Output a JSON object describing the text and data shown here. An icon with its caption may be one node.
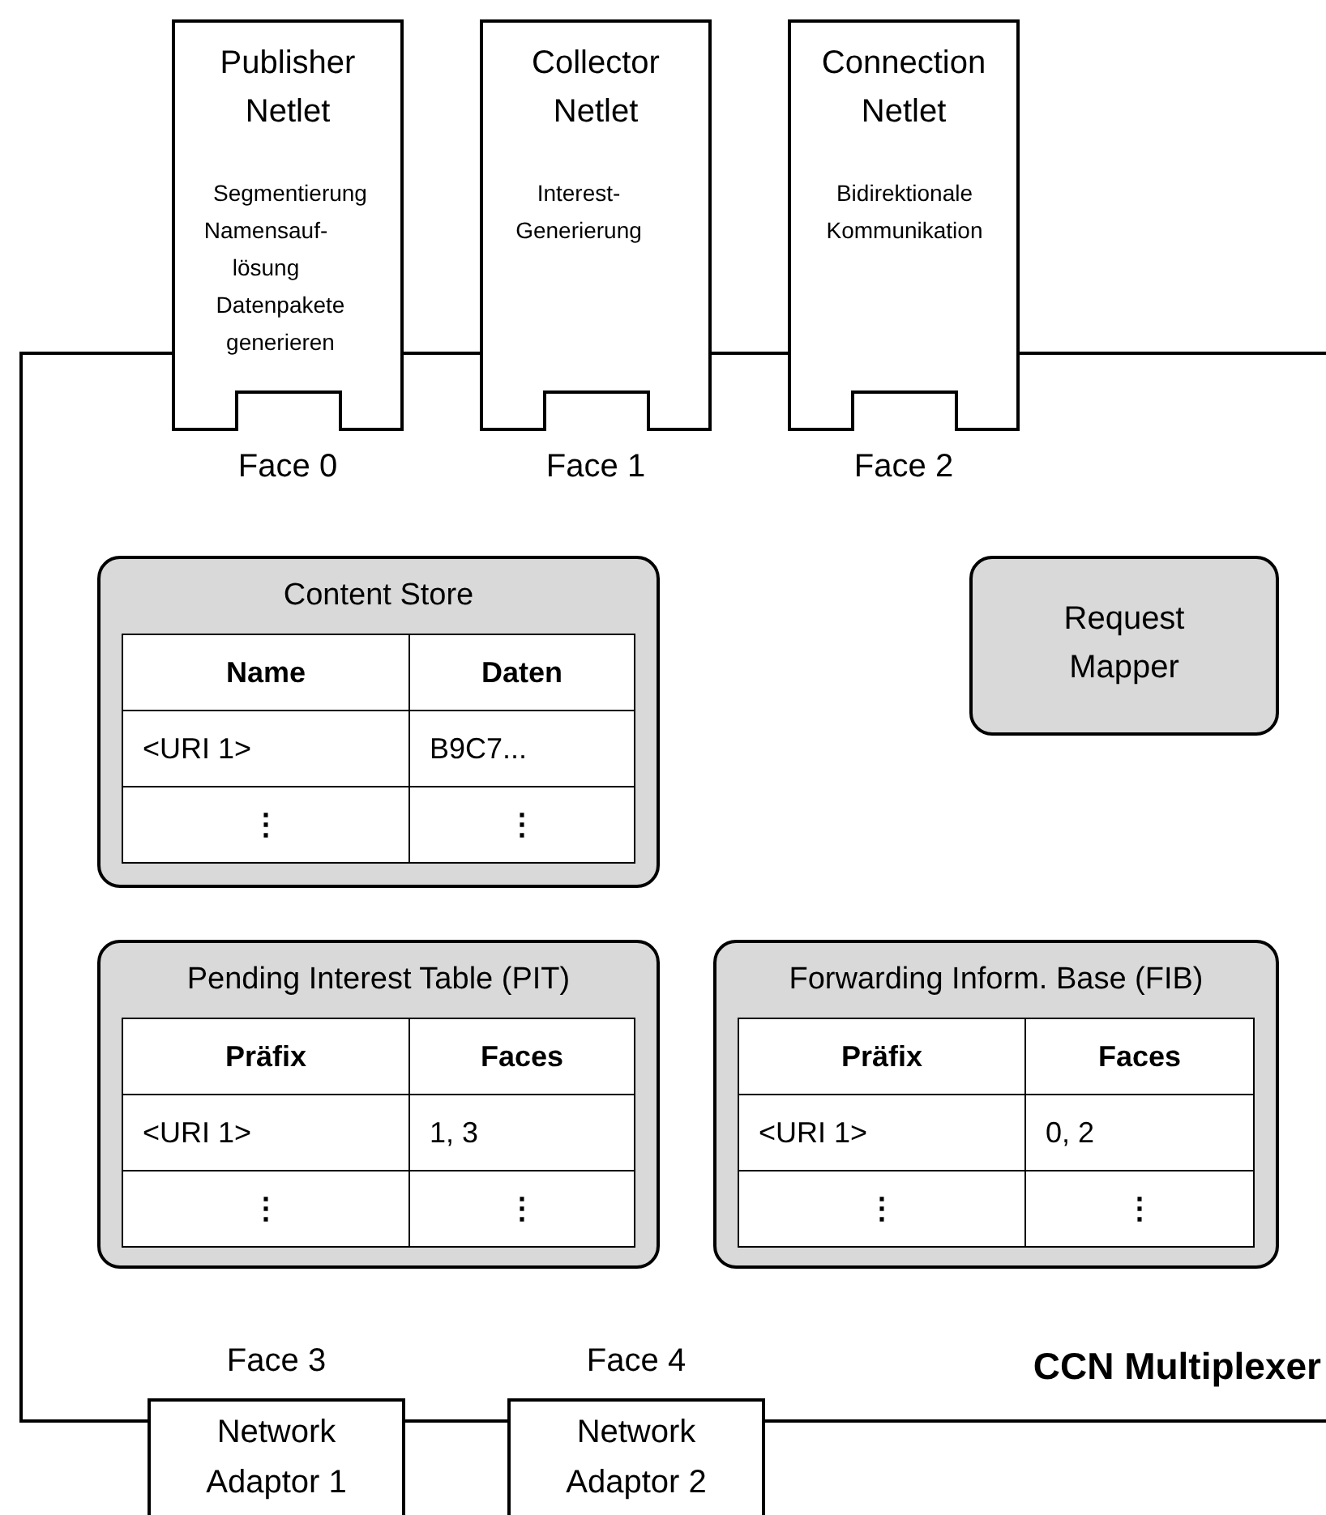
{
  "diagram": {
    "nodes": [
      {
        "text": [
          "CCN Multiplexer"
        ]
      },
      {
        "text": [
          "Publisher Netlet",
          "Segmentierung",
          "Namensauf- lösung",
          "Datenpakete generieren"
        ],
        "beside": [
          "Face 0"
        ]
      },
      {
        "text": [
          "Collector Netlet",
          "Interest- Generierung"
        ],
        "beside": [
          "Face 1"
        ]
      },
      {
        "text": [
          "Connection Netlet",
          "Bidirektionale Kommunikation"
        ],
        "beside": [
          "Face 2"
        ]
      },
      {
        "text": [
          "Content Store",
          "Name",
          "Daten",
          "<URI 1>",
          "B9C7...",
          "⋮",
          "⋮"
        ],
        "in": 0
      },
      {
        "text": [
          "Request Mapper"
        ],
        "in": 0
      },
      {
        "text": [
          "Pending Interest Table (PIT)",
          "Präfix",
          "Faces",
          "<URI 1>",
          "1, 3",
          "⋮",
          "⋮"
        ],
        "in": 0
      },
      {
        "text": [
          "Forwarding Inform. Base (FIB)",
          "Präfix",
          "Faces",
          "<URI 1>",
          "0, 2",
          "⋮",
          "⋮"
        ],
        "in": 0
      },
      {
        "text": [
          "Network Adaptor 1"
        ],
        "beside": [
          "Face 3"
        ]
      },
      {
        "text": [
          "Network Adaptor 2"
        ],
        "beside": [
          "Face 4"
        ]
      }
    ]
  }
}
